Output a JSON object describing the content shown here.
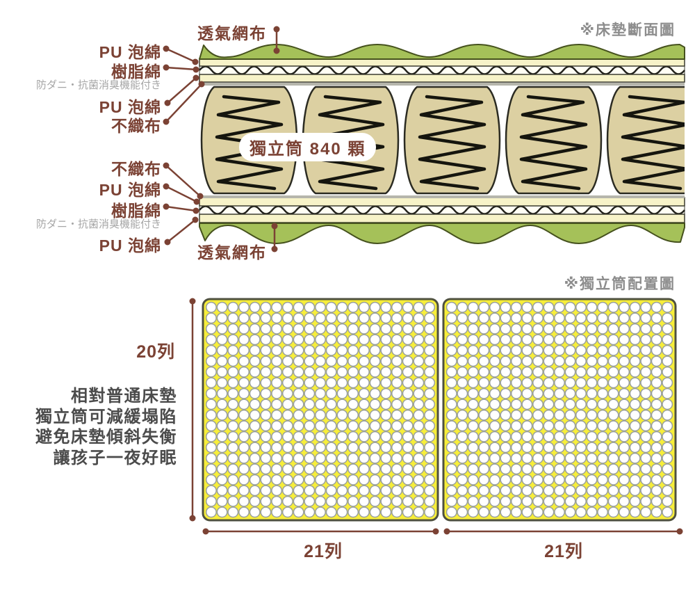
{
  "colors": {
    "brown": "#7b4234",
    "caption_gray": "#8d8d8d",
    "sub_gray": "#a6a6a6",
    "text_dark": "#4b4b4b",
    "mesh_green": "#a5c159",
    "mesh_outline": "#45511d",
    "foam_cream": "#f7f3c8",
    "band_outline": "#3c3c30",
    "wave_white": "#fffef4",
    "wave_line": "#20201a",
    "felt_gray": "#b6b6ac",
    "pocket_tan": "#dcd0a2",
    "pocket_outline": "#2b2b22",
    "spring_black": "#15150e",
    "panel_yellow": "#f7ee3a",
    "panel_border": "#4f5140",
    "coil_ring_gray": "#9aa09c"
  },
  "cross_section": {
    "caption": "※床墊斷面圖",
    "mesh_label_top": "透氣網布",
    "mesh_label_bottom": "透氣網布",
    "spring_count_label": "獨立筒 840 顆",
    "top_labels": [
      {
        "text": "PU 泡綿"
      },
      {
        "text": "樹脂綿"
      },
      {
        "text": "防ダニ・抗菌消臭機能付き"
      },
      {
        "text": "PU 泡綿"
      },
      {
        "text": "不織布"
      }
    ],
    "bottom_labels": [
      {
        "text": "不織布"
      },
      {
        "text": "PU 泡綿"
      },
      {
        "text": "樹脂綿"
      },
      {
        "text": "防ダニ・抗菌消臭機能付き"
      },
      {
        "text": "PU 泡綿"
      }
    ]
  },
  "layout_diagram": {
    "caption": "※獨立筒配置圖",
    "rows": 20,
    "cols_per_panel": 21,
    "panels": 2,
    "row_label": "20列",
    "col_label": "21列",
    "description_lines": [
      "相對普通床墊",
      "獨立筒可減緩塌陷",
      "避免床墊傾斜失衡",
      "讓孩子一夜好眠"
    ]
  }
}
